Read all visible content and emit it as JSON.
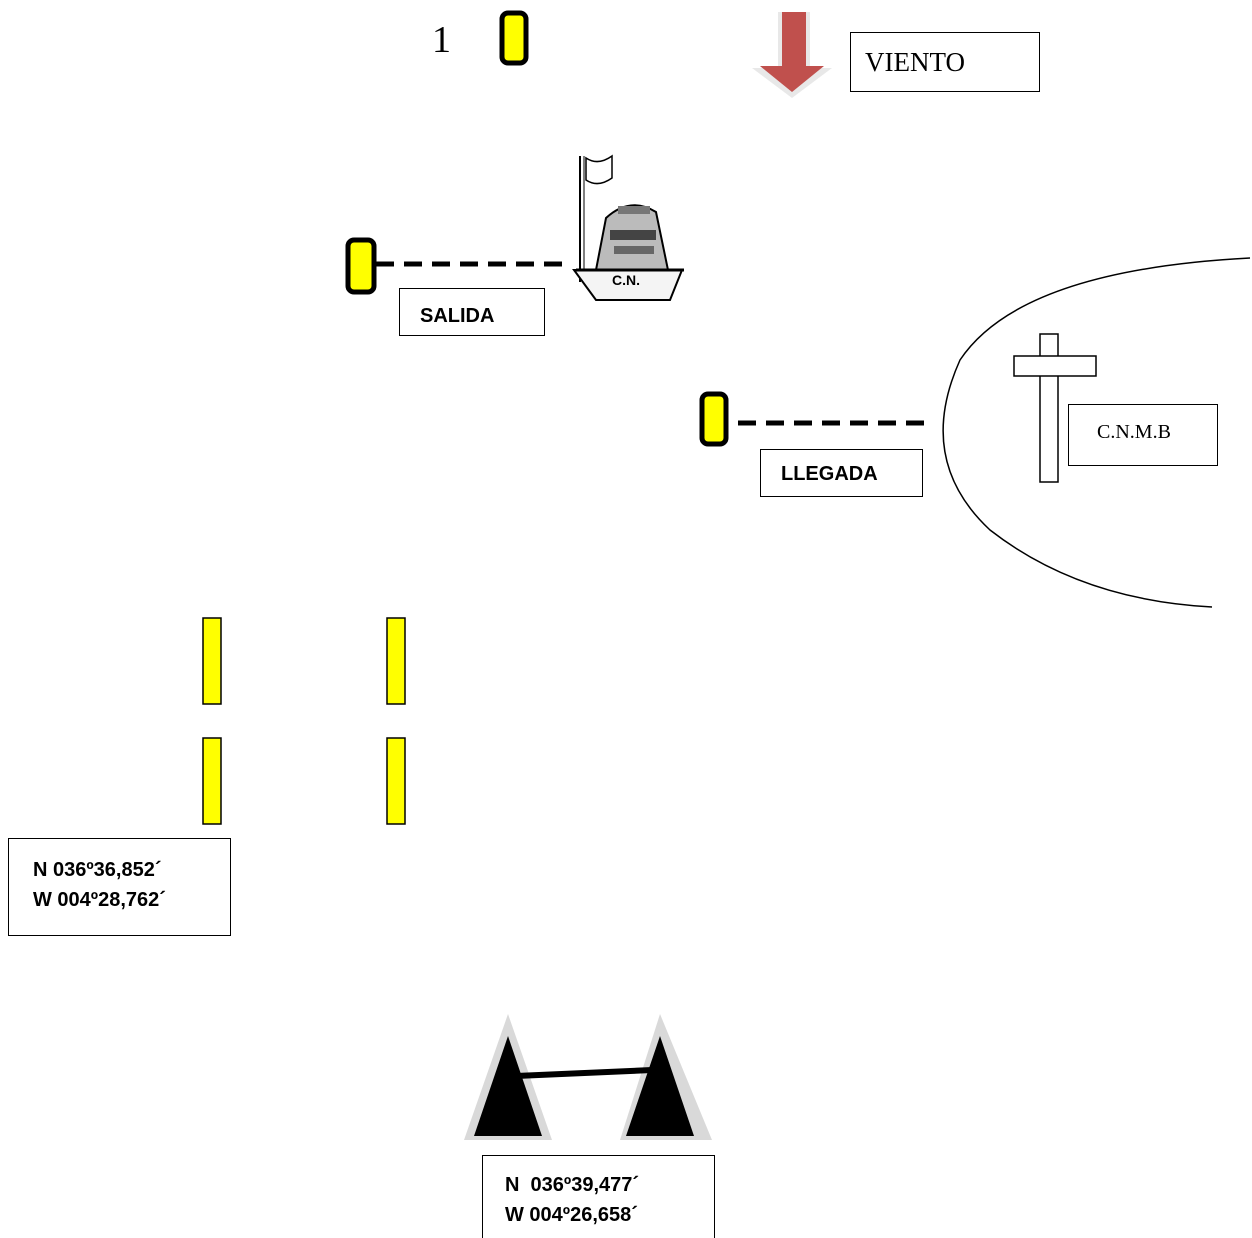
{
  "mark_number": "1",
  "wind": {
    "label": "VIENTO",
    "arrow_color": "#c0504d"
  },
  "start": {
    "label": "SALIDA"
  },
  "finish": {
    "label": "LLEGADA"
  },
  "club": {
    "label": "C.N.M.B"
  },
  "committee_boat": {
    "hull_text": "C.N."
  },
  "gate_coordinates": {
    "lat": "N 036º36,852´",
    "lon": "W 004º28,762´"
  },
  "entrance_coordinates": {
    "lat": "N  036º39,477´",
    "lon": "W 004º26,658´"
  },
  "colors": {
    "buoy_fill": "#ffff00",
    "buoy_stroke": "#000000"
  }
}
